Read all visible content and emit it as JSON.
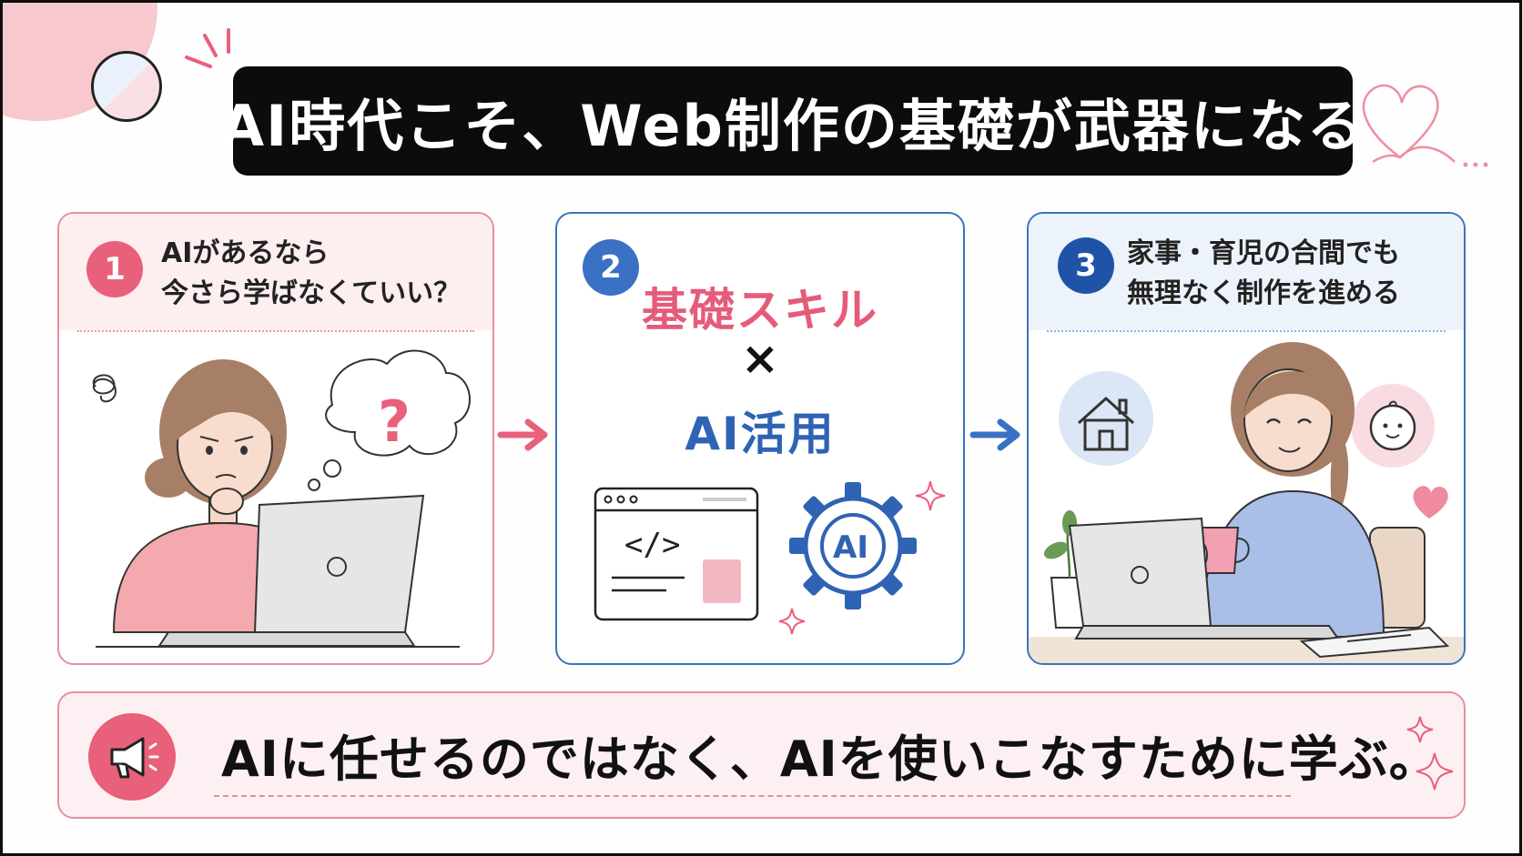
{
  "title": "AI時代こそ、Web制作の基礎が武器になる",
  "colors": {
    "pink": "#e8607a",
    "blue": "#3a71c4",
    "navy": "#1f53a8",
    "title_bg": "#0c0c0c"
  },
  "panels": [
    {
      "number": "1",
      "lines": [
        "AIがあるなら",
        "今さら学ばなくていい？"
      ],
      "illustration": "worried-woman-at-laptop",
      "bubble_mark": "?"
    },
    {
      "number": "2",
      "skill": "基礎スキル",
      "times": "×",
      "ai_use": "AI活用",
      "code_icon": "</>",
      "ai_gear_label": "AI"
    },
    {
      "number": "3",
      "lines": [
        "家事・育児の合間でも",
        "無理なく制作を進める"
      ],
      "illustration": "smiling-woman-with-mug-at-laptop",
      "icons": [
        "house-icon",
        "baby-icon",
        "heart-icon",
        "plant-icon"
      ]
    }
  ],
  "message": "AIに任せるのではなく、AIを使いこなすために学ぶ。",
  "icons": [
    "megaphone-icon",
    "arrow-right-icon",
    "sparkle-icon",
    "heart-outline-icon"
  ]
}
